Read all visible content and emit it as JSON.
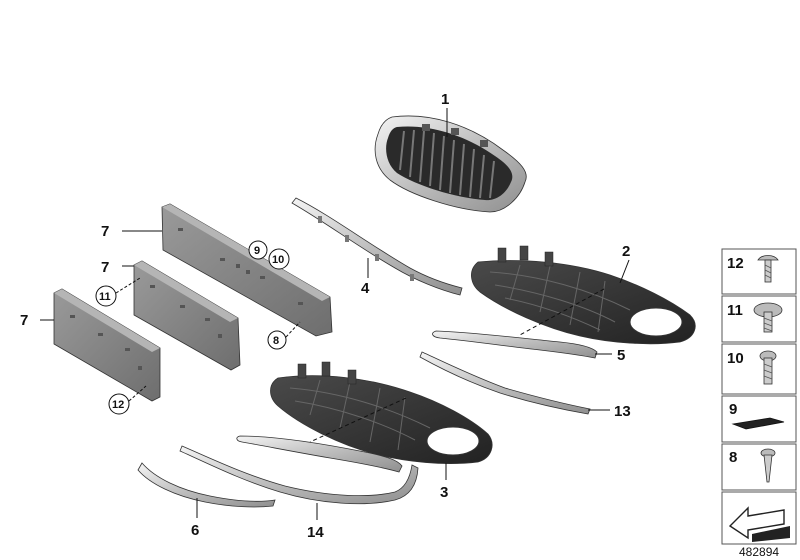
{
  "diagram": {
    "callouts": {
      "c1": "1",
      "c2": "2",
      "c3": "3",
      "c4": "4",
      "c5": "5",
      "c6": "6",
      "c7a": "7",
      "c7b": "7",
      "c7c": "7",
      "c13": "13",
      "c14": "14"
    },
    "circled": {
      "k9": "9",
      "k10": "10",
      "k11": "11",
      "k8": "8",
      "k12": "12"
    },
    "legend": [
      {
        "num": "12",
        "icon": "screw-icon"
      },
      {
        "num": "11",
        "icon": "screw-icon"
      },
      {
        "num": "10",
        "icon": "screw-icon"
      },
      {
        "num": "9",
        "icon": "pad-icon"
      },
      {
        "num": "8",
        "icon": "clip-icon"
      }
    ],
    "reference": "482894"
  }
}
